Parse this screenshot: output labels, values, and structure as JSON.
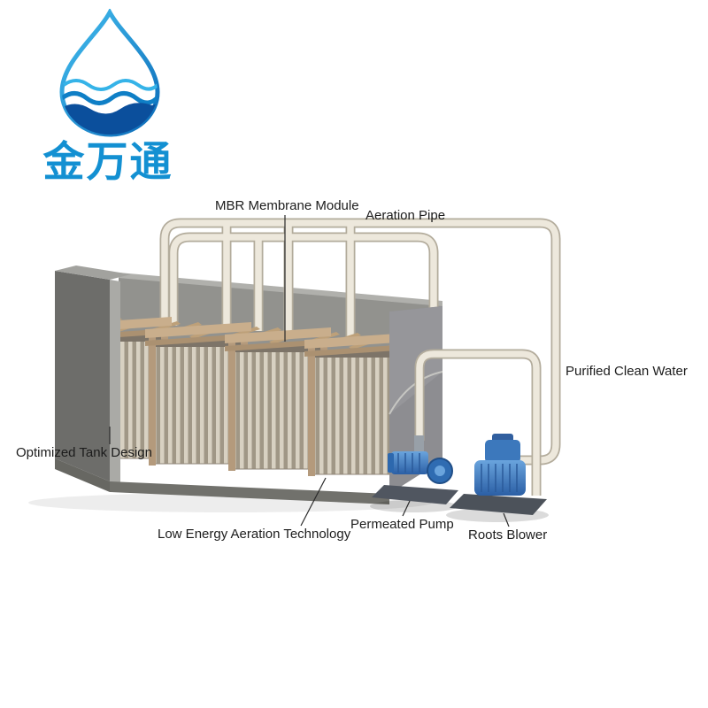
{
  "logo": {
    "brand_text": "金万通",
    "accent_color": "#1390d2",
    "wave_color": "#0b4f9c"
  },
  "labels": {
    "mbr_membrane_module": "MBR Membrane Module",
    "aeration_pipe": "Aeration Pipe",
    "purified_clean_water": "Purified Clean Water",
    "optimized_tank_design": "Optimized Tank Design",
    "low_energy_aeration_technology": "Low Energy Aeration Technology",
    "permeated_pump": "Permeated Pump",
    "roots_blower": "Roots Blower"
  },
  "colors": {
    "tank_gray": "#8d8d91",
    "pipe_cream": "#ede8dc",
    "equipment_blue": "#2f6cb2",
    "membrane_tan": "#c9ae8c"
  }
}
